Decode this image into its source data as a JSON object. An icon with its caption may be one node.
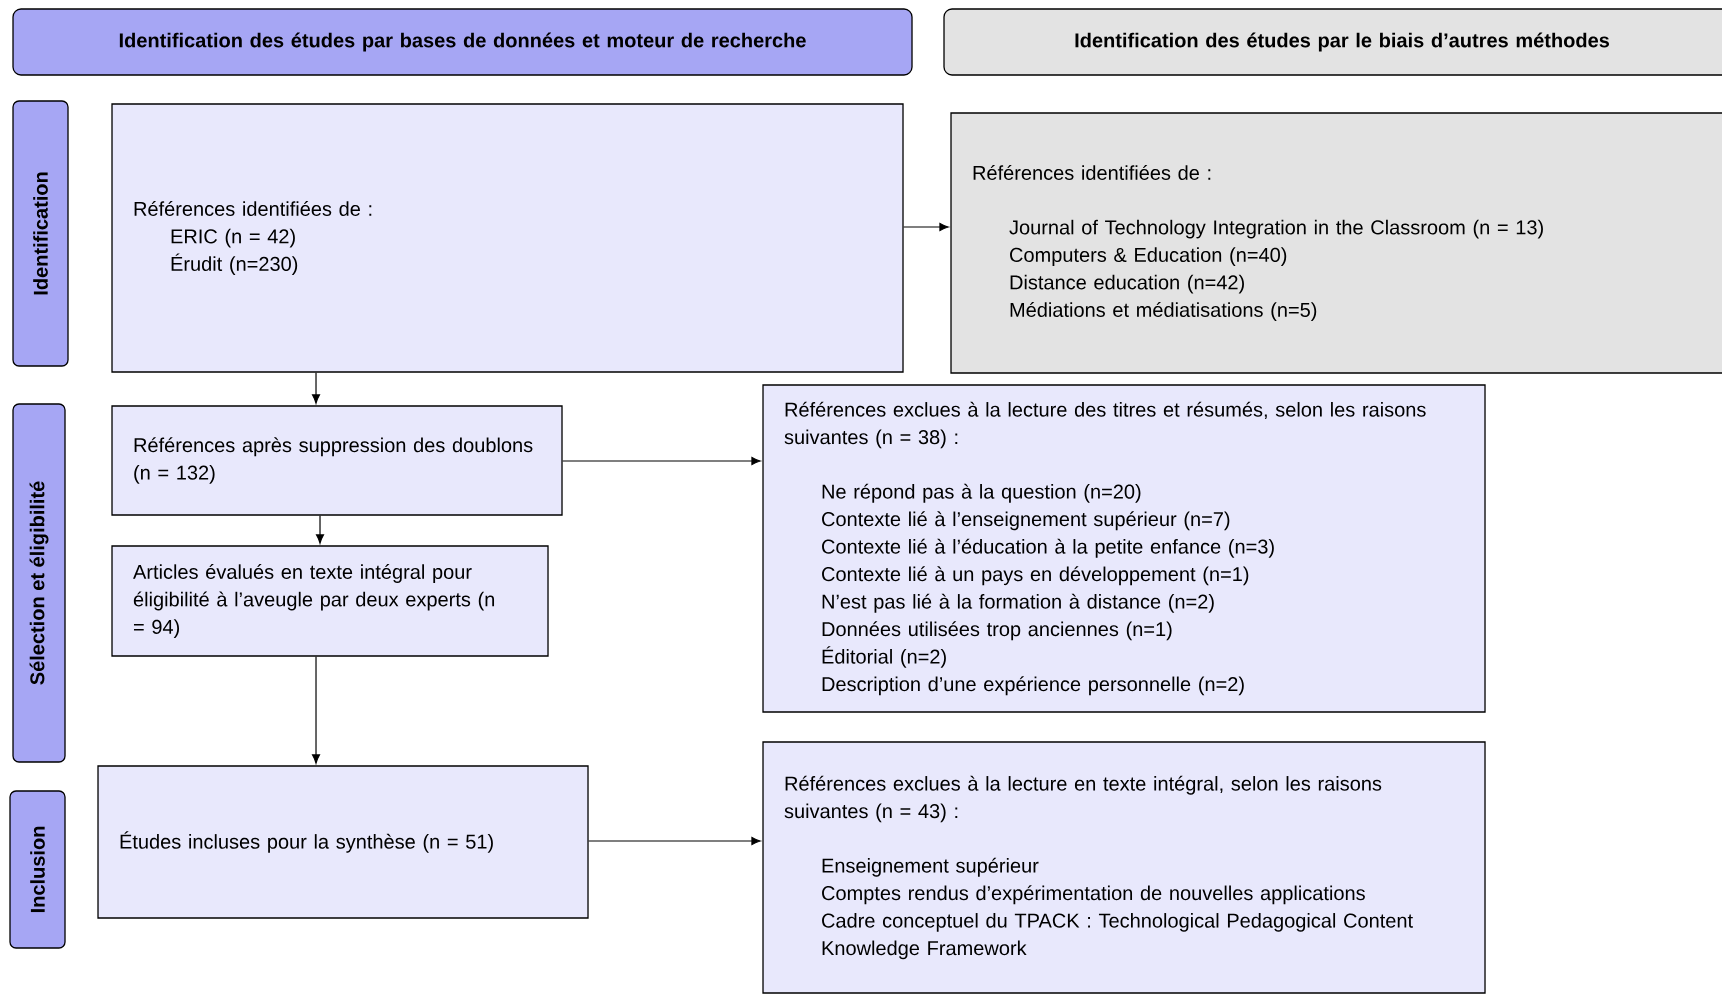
{
  "diagram": {
    "nodes": [
      {
        "text": [
          "Identification des études par bases de données et moteur de recherche"
        ]
      },
      {
        "text": [
          "Identification des études par le biais d’autres méthodes"
        ]
      },
      {
        "text": [
          "Identification"
        ]
      },
      {
        "text": [
          "Références identifiées de :",
          "ERIC (n = 42)",
          "Érudit (n=230)"
        ]
      },
      {
        "text": [
          "Références identifiées de :",
          "Journal of Technology Integration in the Classroom (n = 13)",
          "Computers & Education (n=40)",
          "Distance education (n=42)",
          "Médiations et médiatisations (n=5)"
        ]
      },
      {
        "text": [
          "Sélection et éligibilité"
        ]
      },
      {
        "text": [
          "Références après suppression des doublons (n = 132)"
        ]
      },
      {
        "text": [
          "Références exclues à la lecture des titres et résumés, selon les raisons suivantes (n = 38) :",
          "Ne répond pas à la question (n=20)",
          "Contexte lié à l’enseignement supérieur (n=7)",
          "Contexte lié à l’éducation à la petite enfance (n=3)",
          "Contexte lié à un pays en développement (n=1)",
          "N’est pas lié à la formation à distance (n=2)",
          "Données utilisées trop anciennes (n=1)",
          "Éditorial (n=2)",
          "Description d’une expérience personnelle (n=2)"
        ]
      },
      {
        "text": [
          "Articles évalués en texte intégral pour éligibilité à l’aveugle par deux experts (n = 94)"
        ]
      },
      {
        "text": [
          "Inclusion"
        ]
      },
      {
        "text": [
          "Études incluses pour la synthèse (n = 51)"
        ]
      },
      {
        "text": [
          "Références exclues à la lecture en texte intégral, selon les raisons suivantes (n = 43) :",
          "Enseignement supérieur",
          "Comptes rendus d’expérimentation de nouvelles applications",
          "Cadre conceptuel du TPACK : Technological Pedagogical Content Knowledge Framework"
        ]
      }
    ],
    "edges": [
      {
        "from": 3,
        "to": 4,
        "arrow": "to"
      },
      {
        "from": 3,
        "to": 6,
        "arrow": "to"
      },
      {
        "from": 6,
        "to": 7,
        "arrow": "to"
      },
      {
        "from": 6,
        "to": 8,
        "arrow": "to"
      },
      {
        "from": 8,
        "to": 10,
        "arrow": "to"
      },
      {
        "from": 10,
        "to": 11,
        "arrow": "to"
      }
    ]
  }
}
